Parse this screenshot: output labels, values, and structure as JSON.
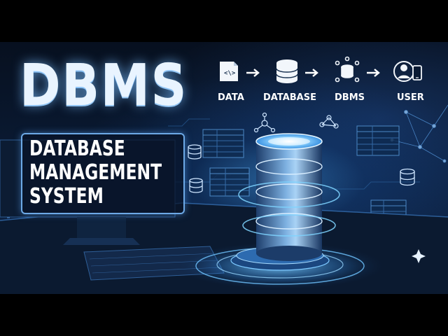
{
  "title": "DBMS",
  "subtitle": {
    "line1": "DATABASE",
    "line2": "MANAGEMENT",
    "line3": "SYSTEM"
  },
  "flow": [
    {
      "label": "DATA",
      "icon": "code-file-icon"
    },
    {
      "label": "DATABASE",
      "icon": "database-icon"
    },
    {
      "label": "DBMS",
      "icon": "dbms-network-icon"
    },
    {
      "label": "USER",
      "icon": "user-device-icon"
    }
  ],
  "colors": {
    "accent": "#6da9e6",
    "glow": "#4fb4ff",
    "background": "#0a1a33"
  }
}
